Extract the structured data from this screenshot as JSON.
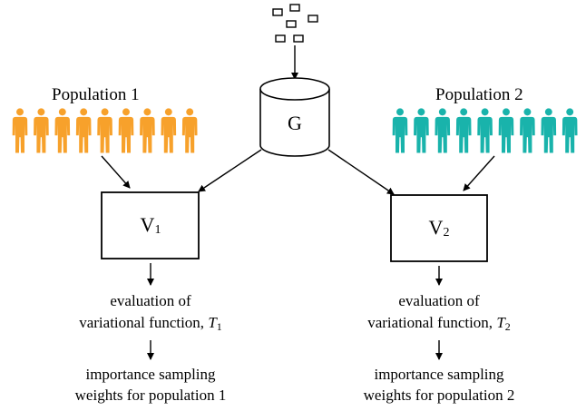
{
  "diagram": {
    "generator_label": "G",
    "populations": [
      {
        "label": "Population 1",
        "color": "#f7a12b",
        "count": 9
      },
      {
        "label": "Population 2",
        "color": "#19b3ab",
        "count": 9
      }
    ],
    "validators": [
      {
        "label": "V",
        "subscript": "1"
      },
      {
        "label": "V",
        "subscript": "2"
      }
    ],
    "evaluations": [
      {
        "line1": "evaluation of",
        "line2": "variational function, ",
        "symbol": "T",
        "subscript": "1"
      },
      {
        "line1": "evaluation of",
        "line2": "variational function, ",
        "symbol": "T",
        "subscript": "2"
      }
    ],
    "weights": [
      {
        "line1": "importance sampling",
        "line2": "weights for population 1"
      },
      {
        "line1": "importance sampling",
        "line2": "weights for population 2"
      }
    ],
    "noise_icon": "small-rectangles-icon"
  }
}
